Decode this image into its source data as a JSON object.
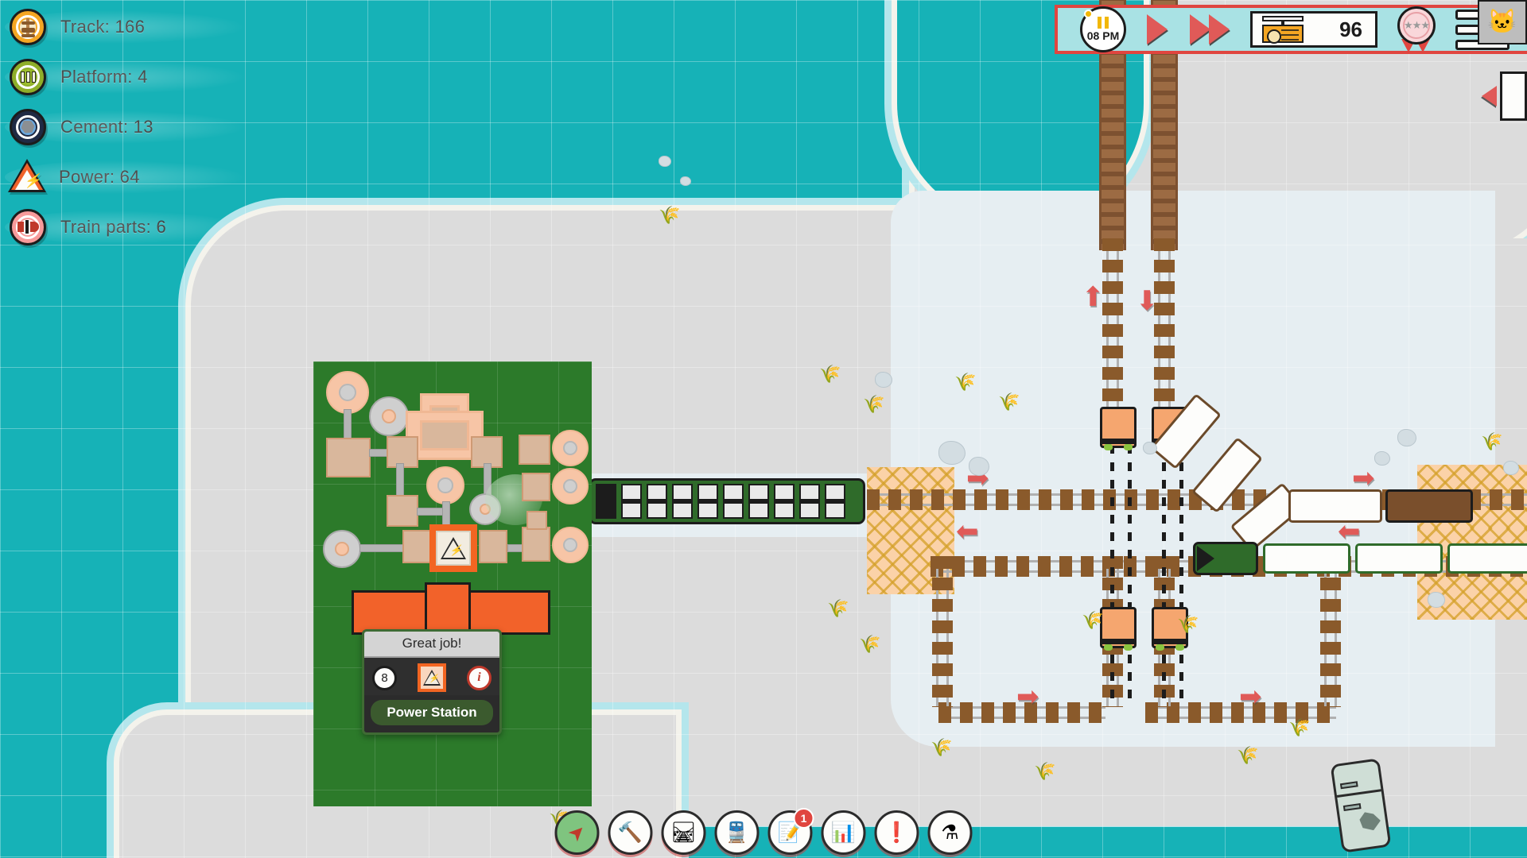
{
  "resources": [
    {
      "icon": "track-chip-icon",
      "label": "Track: 166"
    },
    {
      "icon": "platform-chip-icon",
      "label": "Platform: 4"
    },
    {
      "icon": "cement-chip-icon",
      "label": "Cement: 13"
    },
    {
      "icon": "power-warning-icon",
      "label": "Power: 64"
    },
    {
      "icon": "train-parts-chip-icon",
      "label": "Train parts: 6"
    }
  ],
  "topbar": {
    "clock_time": "08 PM",
    "play_label": "▶",
    "fast_forward_label": "▶▶",
    "money_value": "96",
    "medal_stars": "★★★",
    "menu_label": "☰"
  },
  "popup": {
    "title": "Great job!",
    "count_badge": "8",
    "building_icon": "power-warning-icon",
    "info_badge": "i",
    "building_name": "Power Station"
  },
  "toolbar": [
    {
      "name": "select-tool",
      "glyph": "➤",
      "badge": "",
      "active": true
    },
    {
      "name": "build-tool",
      "glyph": "🔨",
      "badge": "",
      "active": false
    },
    {
      "name": "track-tool",
      "glyph": "🛤",
      "badge": "",
      "active": false
    },
    {
      "name": "train-tool",
      "glyph": "🚆",
      "badge": "",
      "active": false
    },
    {
      "name": "tasks-tool",
      "glyph": "📝",
      "badge": "1",
      "active": false
    },
    {
      "name": "statistics-tool",
      "glyph": "📊",
      "badge": "",
      "active": false
    },
    {
      "name": "alerts-tool",
      "glyph": "❗",
      "badge": "",
      "active": false
    },
    {
      "name": "research-tool",
      "glyph": "⚗",
      "badge": "",
      "active": false
    }
  ],
  "colors": {
    "water": "#16b2b7",
    "shore_light": "#b4e6ec",
    "sand": "#f4f3ec",
    "land": "#dcdcdc",
    "snow": "#e6eef2",
    "plot_green": "#2c7a2a",
    "accent_red": "#e0453f",
    "orange": "#f26522",
    "rail_brown": "#8a5a2b",
    "hud_teal": "#a9e2e4"
  },
  "map": {
    "arrows": [
      "up",
      "down",
      "right",
      "left",
      "right",
      "left",
      "right",
      "right"
    ],
    "platform_name": "passenger-platform",
    "hatched_zones": 3
  }
}
